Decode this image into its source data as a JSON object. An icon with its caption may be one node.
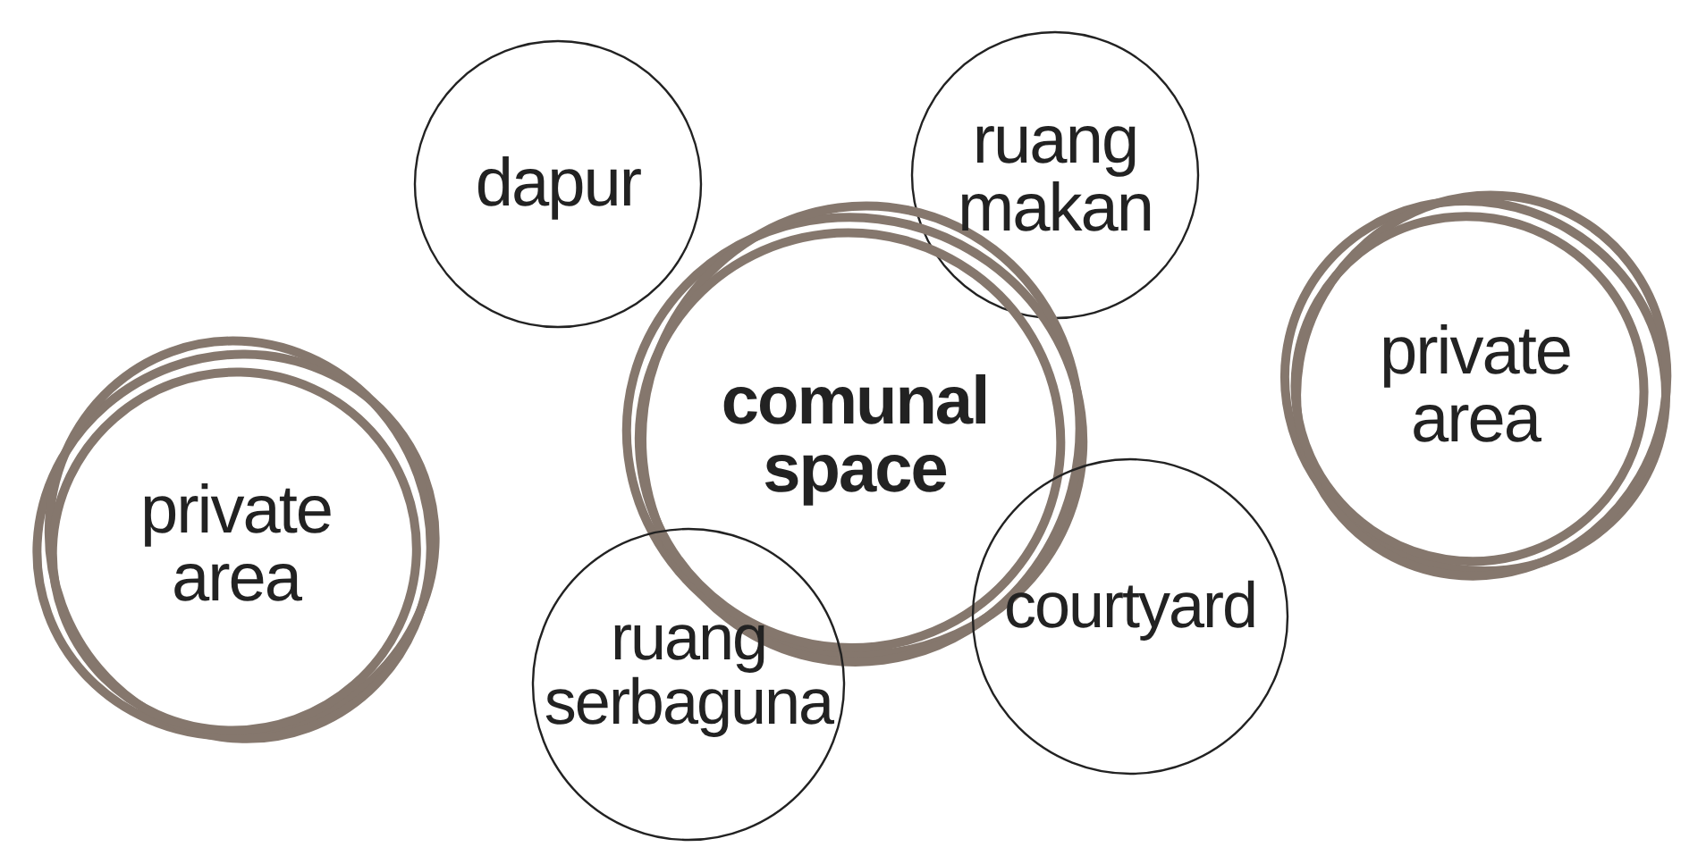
{
  "diagram": {
    "nodes": [
      {
        "text": [
          "dapur"
        ]
      },
      {
        "text": [
          "ruang makan"
        ]
      },
      {
        "text": [
          "private area"
        ]
      },
      {
        "text": [
          "comunal space"
        ]
      },
      {
        "text": [
          "private area"
        ]
      },
      {
        "text": [
          "ruang serbaguna"
        ]
      },
      {
        "text": [
          "courtyard"
        ]
      }
    ]
  }
}
